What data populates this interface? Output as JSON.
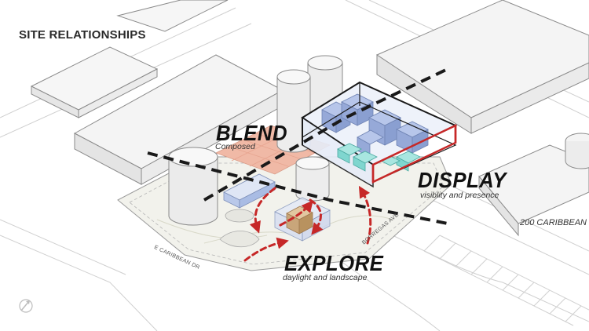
{
  "title": "SITE RELATIONSHIPS",
  "labels": {
    "blend": {
      "title": "BLEND",
      "subtitle": "Composed"
    },
    "display": {
      "title": "DISPLAY",
      "subtitle": "visiblity and presence"
    },
    "explore": {
      "title": "EXPLORE",
      "subtitle": "daylight and landscape"
    }
  },
  "streets": {
    "borregas": "BORREGAS AVE",
    "caribbean_dr": "E CARIBBEAN DR"
  },
  "address": "200 CARIBBEAN",
  "colors": {
    "accent_red": "#c62828",
    "line_dark": "#1a1a1a",
    "building_fill": "#f3f3f3",
    "glass_blue": "#9db3df",
    "glass_teal": "#7fd6cf",
    "solar_orange": "#f0b9a6"
  },
  "icons": {
    "north_arrow": "north-arrow-icon"
  }
}
